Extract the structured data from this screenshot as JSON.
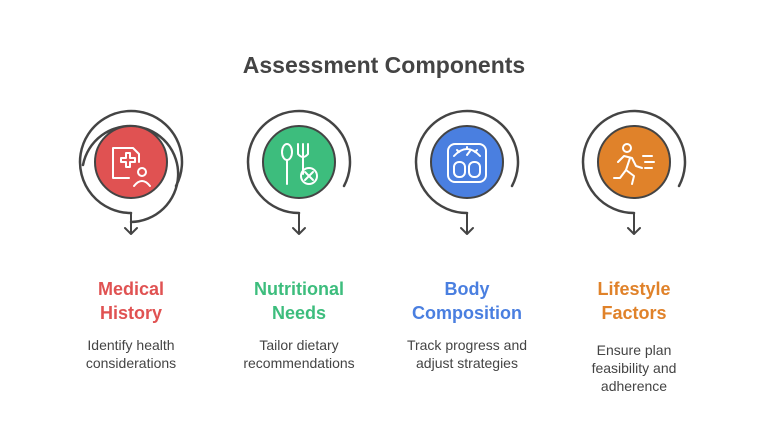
{
  "title": "Assessment Components",
  "components": [
    {
      "heading": [
        "Medical",
        "History"
      ],
      "description": [
        "Identify health",
        "considerations"
      ],
      "color": "#e05252",
      "icon": "medical-record-icon"
    },
    {
      "heading": [
        "Nutritional",
        "Needs"
      ],
      "description": [
        "Tailor dietary",
        "recommendations"
      ],
      "color": "#3dbd7d",
      "icon": "fork-cancel-icon"
    },
    {
      "heading": [
        "Body",
        "Composition"
      ],
      "description": [
        "Track progress and",
        "adjust strategies"
      ],
      "color": "#4a7fe0",
      "icon": "body-scale-icon"
    },
    {
      "heading": [
        "Lifestyle",
        "Factors"
      ],
      "description": [
        "Ensure plan",
        "feasibility and",
        "adherence"
      ],
      "color": "#e0822a",
      "icon": "running-person-icon"
    }
  ]
}
